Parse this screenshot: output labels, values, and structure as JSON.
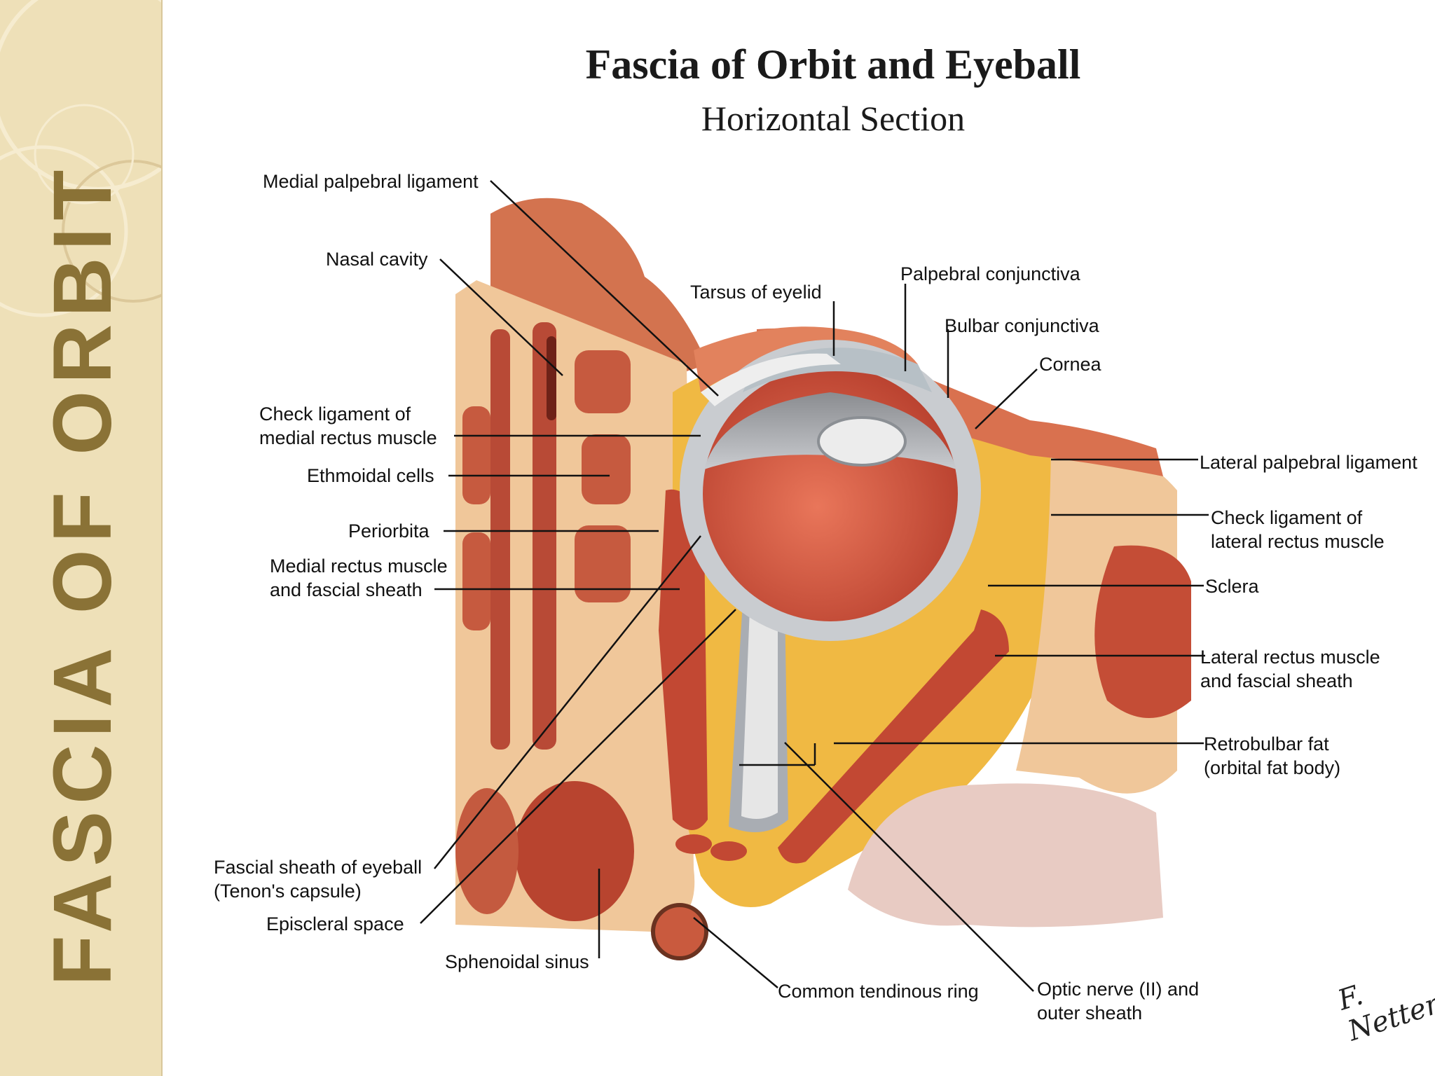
{
  "sidebar": {
    "title": "FASCIA OF ORBIT"
  },
  "figure": {
    "title": "Fascia of Orbit and Eyeball",
    "subtitle": "Horizontal Section",
    "signature": "F. Netter"
  },
  "labels": {
    "medial_palpebral_ligament": "Medial palpebral ligament",
    "nasal_cavity": "Nasal cavity",
    "tarsus_of_eyelid": "Tarsus of eyelid",
    "palpebral_conjunctiva": "Palpebral conjunctiva",
    "bulbar_conjunctiva": "Bulbar conjunctiva",
    "cornea": "Cornea",
    "check_ligament_medial_1": "Check ligament of",
    "check_ligament_medial_2": "medial rectus muscle",
    "ethmoidal_cells": "Ethmoidal cells",
    "periorbita": "Periorbita",
    "medial_rectus_1": "Medial rectus muscle",
    "medial_rectus_2": "and fascial sheath",
    "lateral_palpebral_ligament": "Lateral palpebral ligament",
    "check_ligament_lateral_1": "Check ligament of",
    "check_ligament_lateral_2": "lateral rectus muscle",
    "sclera": "Sclera",
    "lateral_rectus_1": "Lateral rectus muscle",
    "lateral_rectus_2": "and fascial sheath",
    "retrobulbar_fat_1": "Retrobulbar fat",
    "retrobulbar_fat_2": "(orbital fat body)",
    "fascial_sheath_1": "Fascial sheath of eyeball",
    "fascial_sheath_2": "(Tenon's capsule)",
    "episcleral_space": "Episcleral space",
    "sphenoidal_sinus": "Sphenoidal sinus",
    "common_tendinous_ring": "Common tendinous ring",
    "optic_nerve_1": "Optic nerve (II) and",
    "optic_nerve_2": "outer sheath"
  }
}
